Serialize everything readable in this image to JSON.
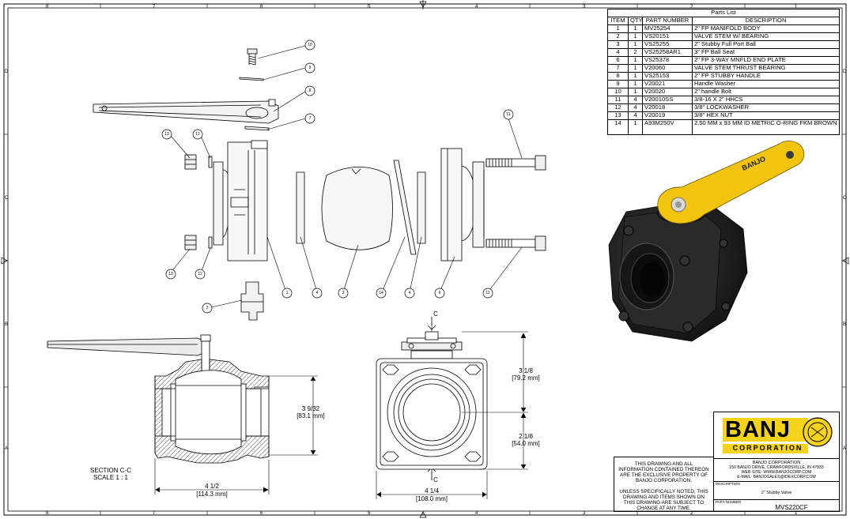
{
  "border_zones": {
    "columns": [
      "8",
      "7",
      "6",
      "5",
      "4",
      "3",
      "2",
      "1"
    ],
    "rows": [
      "D",
      "C",
      "B",
      "A"
    ]
  },
  "parts_list": {
    "title": "Parts List",
    "headers": [
      "ITEM",
      "QTY",
      "PART NUMBER",
      "DESCRIPTION"
    ],
    "rows": [
      [
        "1",
        "1",
        "MV25254",
        "2\" FP MANIFOLD BODY"
      ],
      [
        "2",
        "1",
        "VS20151",
        "VALVE STEM W/ BEARING"
      ],
      [
        "3",
        "1",
        "VS25255",
        "2\" Stubby Full Port Ball"
      ],
      [
        "4",
        "2",
        "VS25258AR1",
        "3\" FP Ball Seat"
      ],
      [
        "6",
        "1",
        "VS25378",
        "2\" FP 3-WAY MNFLD END PLATE"
      ],
      [
        "7",
        "1",
        "V20060",
        "VALVE STEM THRUST BEARING"
      ],
      [
        "8",
        "1",
        "VS25153",
        "2\" FP STUBBY HANDLE"
      ],
      [
        "9",
        "1",
        "V20021",
        "Handle Washer"
      ],
      [
        "10",
        "1",
        "V20020",
        "2\" handle Bolt"
      ],
      [
        "11",
        "4",
        "V20010SS",
        "3/8-16 X 2\" HHCS"
      ],
      [
        "12",
        "4",
        "V20018",
        "3/8\" LOCKWASHER"
      ],
      [
        "13",
        "4",
        "V20019",
        "3/8\" HEX NUT"
      ],
      [
        "14",
        "1",
        "A93M250V",
        "2.50 MM x 93 MM ID METRIC O-RING FKM BROWN"
      ]
    ]
  },
  "balloons": {
    "b10": "10",
    "b9": "9",
    "b8": "8",
    "b7": "7",
    "b11a": "11",
    "b13a": "13",
    "b12a": "12",
    "b13b": "13",
    "b12b": "12",
    "b1": "1",
    "b4a": "4",
    "b3": "3",
    "b14": "14",
    "b4b": "4",
    "b6": "6",
    "b11b": "11",
    "b2": "2"
  },
  "views": {
    "section_label": "SECTION C-C",
    "section_scale": "SCALE 1 : 1",
    "cut_label_top": "C",
    "cut_label_bottom": "C"
  },
  "dimensions": {
    "height_section": "3 9/32",
    "height_section_mm": "[83.1 mm]",
    "width_section": "4 1/2",
    "width_section_mm": "[114.3 mm]",
    "width_front": "4 1/4",
    "width_front_mm": "[108.0 mm]",
    "top_front": "3 1/8",
    "top_front_mm": "[79.2 mm]",
    "bottom_front": "2 1/8",
    "bottom_front_mm": "[54.0 mm]"
  },
  "handle_marking": "BANJO",
  "title_block": {
    "notice_1": [
      "THIS DRAWING AND ALL",
      "INFORMATION CONTAINED THEREON",
      "ARE THE EXCLUSIVE PROPERTY OF",
      "BANJO CORPORATION."
    ],
    "notice_2": [
      "UNLESS SPECIFICALLY NOTED, THIS",
      "DRAWING AND ITEMS SHOWN ON",
      "THIS DRAWING ARE SUBJECT TO",
      "CHANGE AT ANY TIME."
    ],
    "logo_word": "BANJ",
    "logo_sub": "CORPORATION",
    "company": "BANJO CORPORATION",
    "address": "150 BANJO DRIVE, CRAWFORDSVILLE, IN 47933",
    "website": "WEB SITE: WWW.BANJOCORP.COM",
    "email": "E-MAIL: BANJOSALES@IDEXCORP.COM",
    "description_label": "DESCRIPTION",
    "description": "2\" Stubby Valve",
    "part_number_label": "PART NUMBER",
    "part_number": "MVS220CF"
  },
  "colors": {
    "handle_yellow": "#f2c40f",
    "body_black": "#1c1c1c",
    "logo_yellow": "#f5d21c"
  }
}
